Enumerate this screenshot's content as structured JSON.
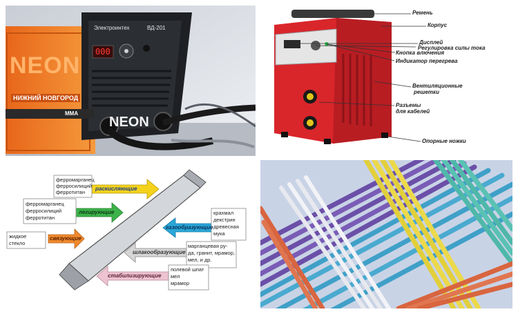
{
  "panel1": {
    "brand": "NEON",
    "brand_side": "NEON",
    "maker": "Электроинтех",
    "model": "ВД-201",
    "side_text": "НИЖНИЙ НОВГОРОД",
    "mode": "MMA",
    "display": "000",
    "body_color": "#f07a1c"
  },
  "panel2": {
    "labels": {
      "strap": "Ремень",
      "case": "Корпус",
      "display": "Дисплей",
      "current_regulator": "Регулировка силы тока",
      "power_button": "Кнопка влючения",
      "overheat_indicator": "Индикатор перегрева",
      "vent_1": "Вентиляционные",
      "vent_2": "решетки",
      "sockets_1": "Разъемы",
      "sockets_2": "для кабелей",
      "feet": "Опорные ножки"
    },
    "body_color": "#d9262b"
  },
  "panel3": {
    "rows": [
      {
        "materials": [
          "ферромарганец",
          "ферросилиций",
          "ферротитан"
        ],
        "action": "раскисляющие",
        "color": "#f4d21c"
      },
      {
        "materials": [
          "ферромарганец",
          "ферросилиций",
          "ферротитан"
        ],
        "action": "легирующие",
        "color": "#3cb24a"
      },
      {
        "materials": [
          "жидкое",
          "стекло"
        ],
        "action": "связующие",
        "color": "#f08a2c"
      },
      {
        "materials": [
          "крахмал",
          "декстрин",
          "древесная",
          "мука"
        ],
        "action": "газообразующие",
        "color": "#2aa7d8"
      },
      {
        "materials": [
          "марганцевая ру-",
          "да, гранит, мрамор,",
          "мел, и др."
        ],
        "action": "шлакообразующие",
        "color": "#cfcfcf"
      },
      {
        "materials": [
          "полевой шпат",
          "мел",
          "мрамор"
        ],
        "action": "стабилизирующие",
        "color": "#e8b8c8"
      }
    ]
  },
  "panel4": {
    "colors": [
      "#e2cf3a",
      "#4fb8a9",
      "#6b4fa8",
      "#3fa0c8",
      "#d8653f",
      "#e7e9ef"
    ]
  }
}
